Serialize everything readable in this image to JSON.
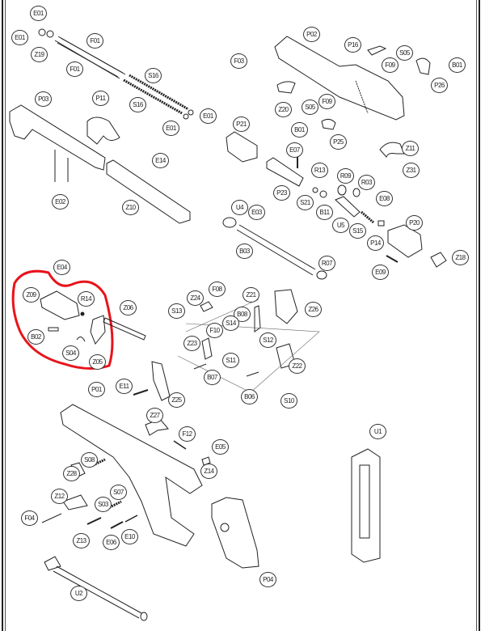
{
  "title": "Exploded parts diagram",
  "highlight_color": "#e8141b",
  "labels": [
    "E01",
    "E01",
    "Z19",
    "F01",
    "F01",
    "S16",
    "S16",
    "E01",
    "E01",
    "P03",
    "P11",
    "E14",
    "E02",
    "Z10",
    "P02",
    "P16",
    "F03",
    "S05",
    "F09",
    "B01",
    "P26",
    "Z20",
    "S05",
    "F09",
    "P25",
    "B01",
    "Z11",
    "Z31",
    "P21",
    "E07",
    "R13",
    "R09",
    "R03",
    "E08",
    "P23",
    "S21",
    "B11",
    "U5",
    "S15",
    "P14",
    "P20",
    "U4",
    "E03",
    "B03",
    "R07",
    "E09",
    "Z18",
    "E04",
    "Z09",
    "R14",
    "Z06",
    "B02",
    "S04",
    "Z05",
    "Z24",
    "F08",
    "Z21",
    "Z26",
    "S13",
    "B08",
    "F10",
    "S14",
    "Z23",
    "S11",
    "S12",
    "B07",
    "Z22",
    "B06",
    "S10",
    "E11",
    "Z25",
    "P01",
    "Z27",
    "F12",
    "E05",
    "Z14",
    "S08",
    "Z28",
    "Z12",
    "S07",
    "S03",
    "F04",
    "Z13",
    "E06",
    "E10",
    "U1",
    "P04",
    "U2"
  ]
}
